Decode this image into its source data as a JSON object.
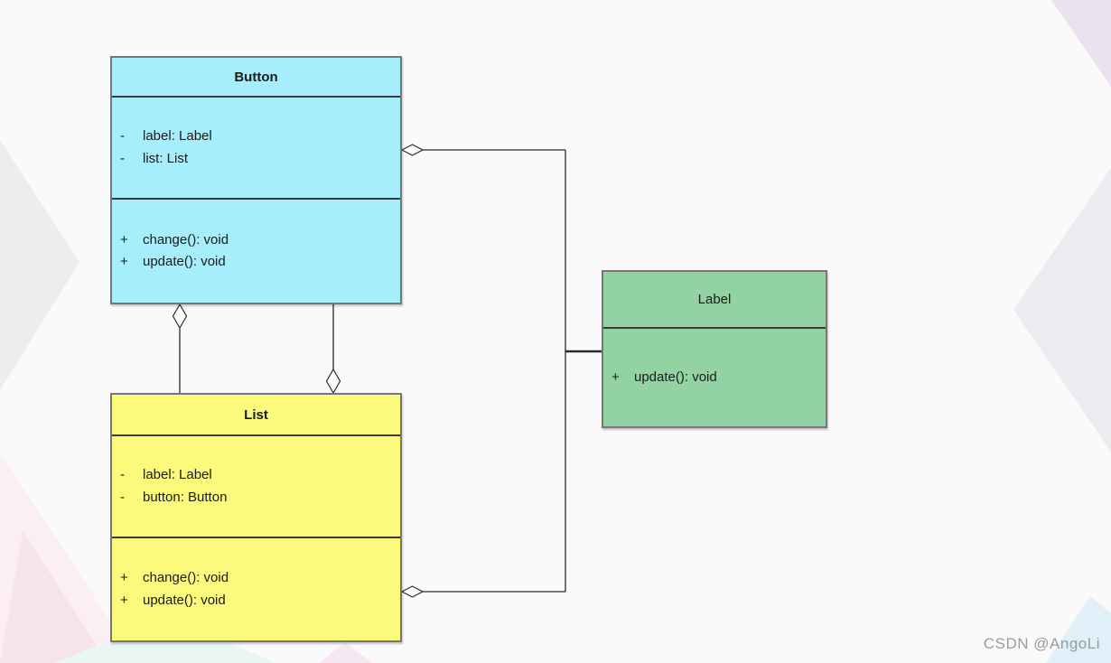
{
  "diagram_type": "uml-class-diagram",
  "classes": {
    "button": {
      "title": "Button",
      "fill": "#a6eefb",
      "attributes": [
        {
          "visibility": "-",
          "signature": "label: Label"
        },
        {
          "visibility": "-",
          "signature": "list: List"
        }
      ],
      "operations": [
        {
          "visibility": "+",
          "signature": "change(): void"
        },
        {
          "visibility": "+",
          "signature": "update(): void"
        }
      ]
    },
    "list": {
      "title": "List",
      "fill": "#fbfa7d",
      "attributes": [
        {
          "visibility": "-",
          "signature": "label: Label"
        },
        {
          "visibility": "-",
          "signature": "button: Button"
        }
      ],
      "operations": [
        {
          "visibility": "+",
          "signature": "change(): void"
        },
        {
          "visibility": "+",
          "signature": "update(): void"
        }
      ]
    },
    "label": {
      "title": "Label",
      "fill": "#92d2a3",
      "attributes": [],
      "operations": [
        {
          "visibility": "+",
          "signature": "update(): void"
        }
      ]
    }
  },
  "relationships": [
    {
      "type": "aggregation",
      "diamond_end": "Button",
      "other_end": "List",
      "route": "bottom-of-button-to-top-of-list-left"
    },
    {
      "type": "aggregation",
      "diamond_end": "List",
      "other_end": "Button",
      "route": "top-of-list-to-bottom-of-button-right"
    },
    {
      "type": "aggregation",
      "diamond_end": "Button",
      "other_end": "Label",
      "route": "right-trunk"
    },
    {
      "type": "aggregation",
      "diamond_end": "List",
      "other_end": "Label",
      "route": "right-trunk"
    }
  ],
  "watermark": {
    "text": "CSDN @AngoLi",
    "color": "#9b9b9b"
  },
  "colors": {
    "background": "#fafafa",
    "button_fill": "#a6eefb",
    "list_fill": "#fbfa7d",
    "label_fill": "#92d2a3",
    "box_border": "#767676",
    "compartment_divider": "#3a3a3a",
    "connector": "#2b2b2b"
  }
}
